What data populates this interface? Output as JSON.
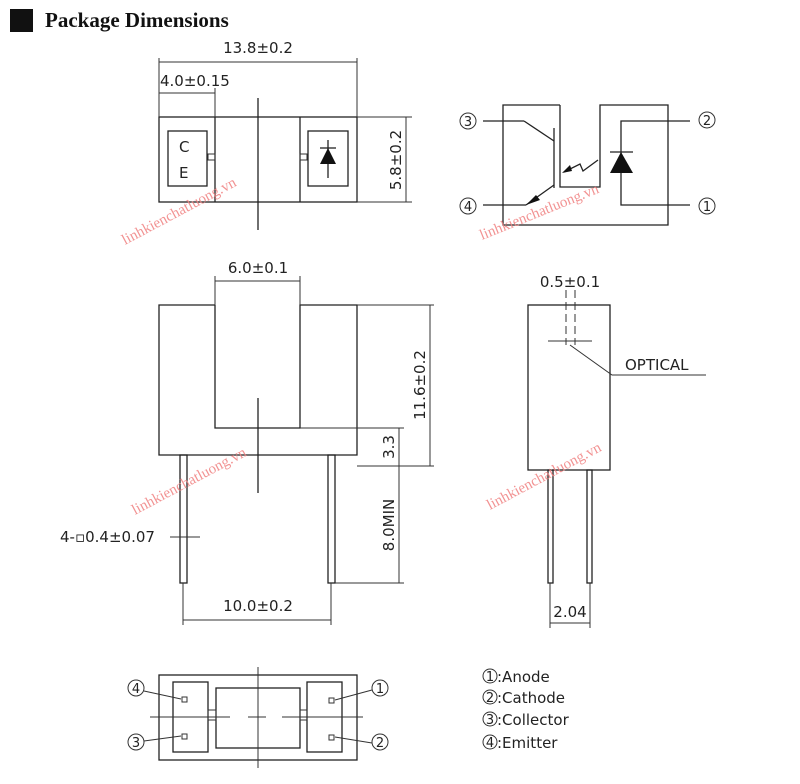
{
  "title": "Package Dimensions",
  "top_view": {
    "width_dim": "13.8±0.2",
    "section_dim": "4.0±0.15",
    "height_dim": "5.8±0.2",
    "marking_c": "C",
    "marking_e": "E"
  },
  "front_view": {
    "slot_dim": "6.0±0.1",
    "height_dim": "11.6±0.2",
    "slot_bottom_dim": "3.3",
    "lead_length_dim": "8.0MIN",
    "lead_size": "4-▫0.4±0.07",
    "lead_spacing": "10.0±0.2"
  },
  "side_view": {
    "aperture_dim": "0.5±0.1",
    "optical_label": "OPTICAL",
    "lead_spacing": "2.04"
  },
  "pins": {
    "p1": "1",
    "p2": "2",
    "p3": "3",
    "p4": "4"
  },
  "legend": [
    {
      "num": "1",
      "label": ":Anode"
    },
    {
      "num": "2",
      "label": ":Cathode"
    },
    {
      "num": "3",
      "label": ":Collector"
    },
    {
      "num": "4",
      "label": ":Emitter"
    }
  ],
  "watermark": "linhkienchatluong.vn",
  "colors": {
    "watermark": "#f08080"
  }
}
